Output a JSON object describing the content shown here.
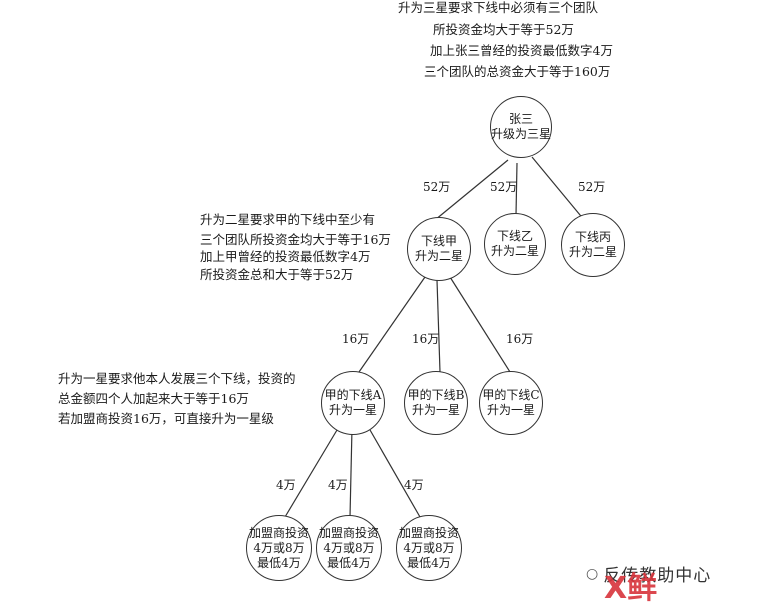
{
  "annotations": {
    "top": [
      "升为三星要求下线中必须有三个团队",
      "所投资金均大于等于52万",
      "加上张三曾经的投资最低数字4万",
      "三个团队的总资金大于等于160万"
    ],
    "mid": [
      "升为二星要求甲的下线中至少有",
      "三个团队所投资金均大于等于16万",
      "加上甲曾经的投资最低数字4万",
      "所投资金总和大于等于52万"
    ],
    "low": [
      "升为一星要求他本人发展三个下线，投资的",
      "总金额四个人加起来大于等于16万",
      "若加盟商投资16万，可直接升为一星级"
    ]
  },
  "nodes": {
    "zhangsan": [
      "张三",
      "升级为三星"
    ],
    "jia": [
      "下线甲",
      "升为二星"
    ],
    "yi": [
      "下线乙",
      "升为二星"
    ],
    "bing": [
      "下线丙",
      "升为二星"
    ],
    "jia_a": [
      "甲的下线A",
      "升为一星"
    ],
    "jia_b": [
      "甲的下线B",
      "升为一星"
    ],
    "jia_c": [
      "甲的下线C",
      "升为一星"
    ],
    "franchise": [
      "加盟商投资",
      "4万或8万",
      "最低4万"
    ]
  },
  "edge_labels": {
    "level1": [
      "52万",
      "52万",
      "52万"
    ],
    "level2": [
      "16万",
      "16万",
      "16万"
    ],
    "level3": [
      "4万",
      "4万",
      "4万"
    ]
  },
  "watermark": {
    "text": "反传教助中心",
    "logo_text": "X鲜"
  },
  "colors": {
    "line": "#333333",
    "text": "#1a1a1a",
    "watermark_red": "#d8343b"
  }
}
